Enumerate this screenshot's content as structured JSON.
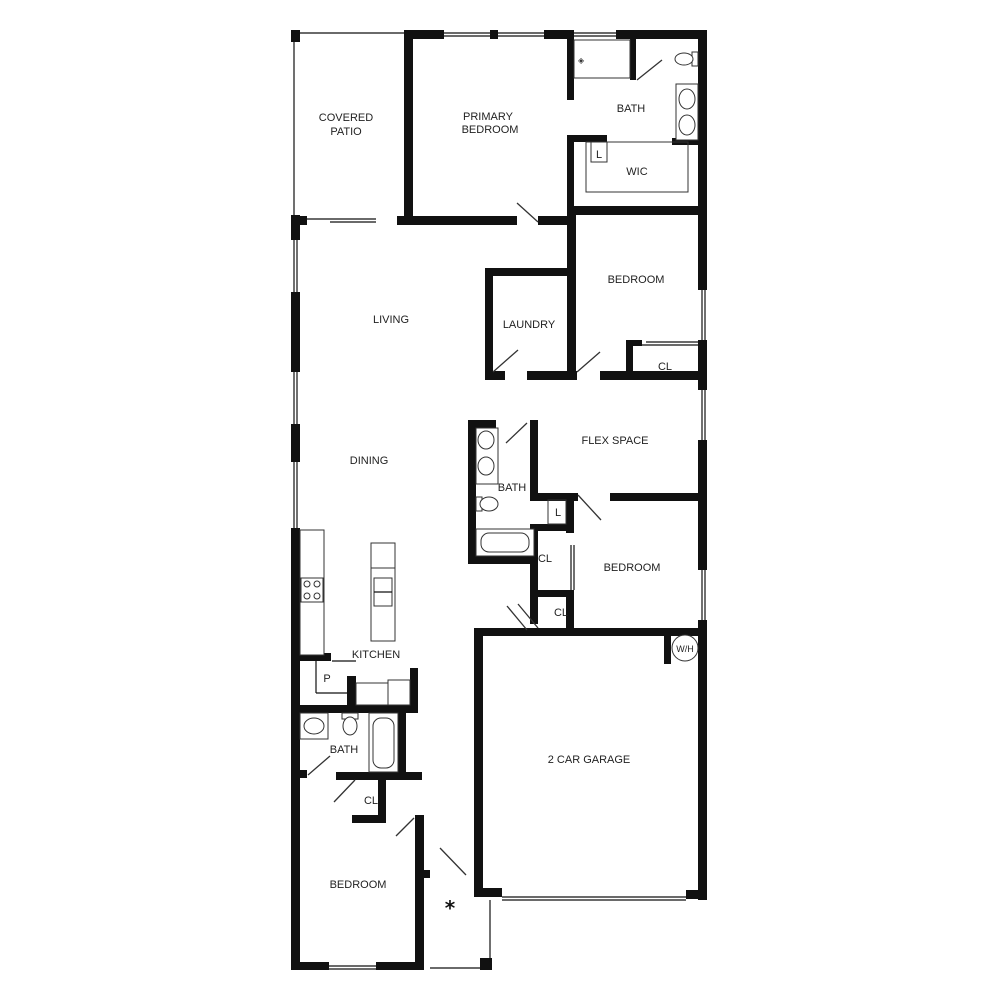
{
  "plan": {
    "rooms": {
      "covered_patio_1": "COVERED",
      "covered_patio_2": "PATIO",
      "primary_bedroom_1": "PRIMARY",
      "primary_bedroom_2": "BEDROOM",
      "primary_bath": "BATH",
      "wic": "WIC",
      "wic_linen": "L",
      "bedroom_2": "BEDROOM",
      "bedroom_2_closet": "CL",
      "living": "LIVING",
      "laundry": "LAUNDRY",
      "dining": "DINING",
      "flex_space": "FLEX SPACE",
      "hall_bath": "BATH",
      "hall_linen": "L",
      "hall_closet_1": "CL",
      "hall_closet_2": "CL",
      "bedroom_3": "BEDROOM",
      "kitchen": "KITCHEN",
      "pantry": "P",
      "bath_3": "BATH",
      "bedroom_4_closet": "CL",
      "bedroom_4": "BEDROOM",
      "garage": "2 CAR GARAGE",
      "water_heater": "W/H",
      "entry_marker": "*"
    }
  }
}
